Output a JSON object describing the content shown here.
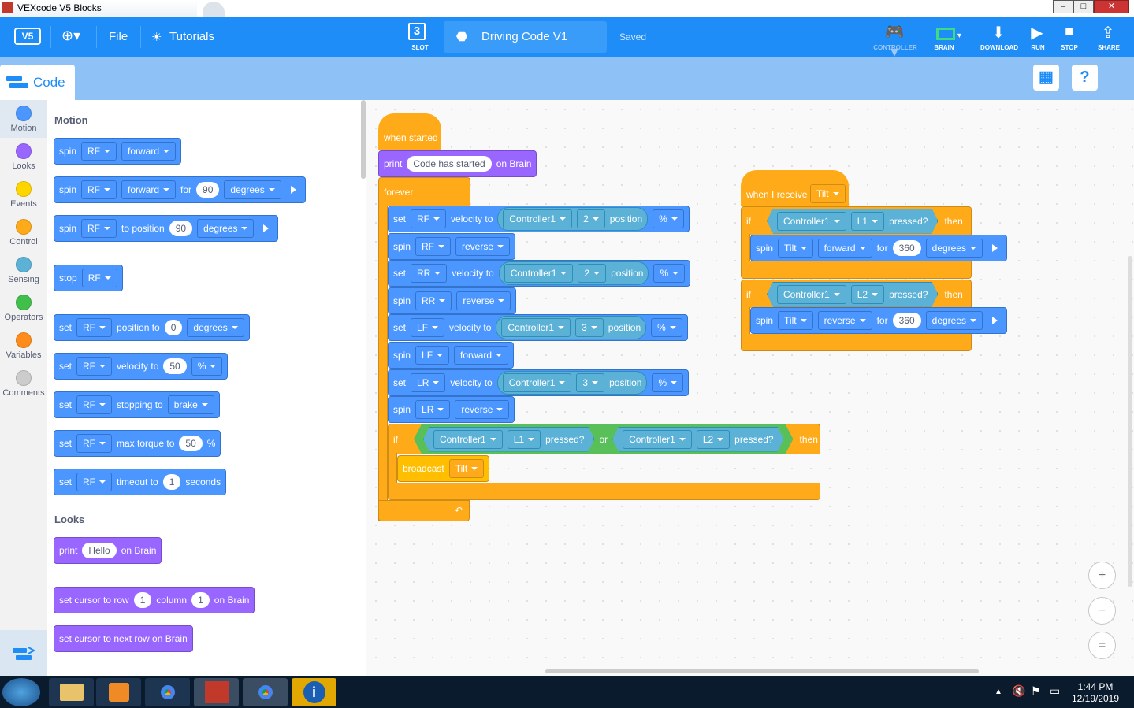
{
  "window": {
    "title": "VEXcode V5 Blocks"
  },
  "header": {
    "file": "File",
    "tutorials": "Tutorials",
    "slot_num": "3",
    "slot": "SLOT",
    "project_name": "Driving Code V1",
    "saved": "Saved",
    "controller": "CONTROLLER",
    "brain": "BRAIN",
    "download": "DOWNLOAD",
    "run": "RUN",
    "stop": "STOP",
    "share": "SHARE"
  },
  "code_tab": "Code",
  "categories": [
    {
      "label": "Motion",
      "color": "#4c97ff"
    },
    {
      "label": "Looks",
      "color": "#9966ff"
    },
    {
      "label": "Events",
      "color": "#ffd500"
    },
    {
      "label": "Control",
      "color": "#ffab19"
    },
    {
      "label": "Sensing",
      "color": "#5cb1d6"
    },
    {
      "label": "Operators",
      "color": "#40bf4a"
    },
    {
      "label": "Variables",
      "color": "#ff8c1a"
    },
    {
      "label": "Comments",
      "color": "#cccccc"
    }
  ],
  "palette": {
    "motion_head": "Motion",
    "looks_head": "Looks",
    "b1": {
      "a": "spin",
      "m": "RF",
      "d": "forward"
    },
    "b2": {
      "a": "spin",
      "m": "RF",
      "d": "forward",
      "for": "for",
      "n": "90",
      "u": "degrees"
    },
    "b3": {
      "a": "spin",
      "m": "RF",
      "to": "to position",
      "n": "90",
      "u": "degrees"
    },
    "b4": {
      "a": "stop",
      "m": "RF"
    },
    "b5": {
      "a": "set",
      "m": "RF",
      "t": "position to",
      "n": "0",
      "u": "degrees"
    },
    "b6": {
      "a": "set",
      "m": "RF",
      "t": "velocity to",
      "n": "50",
      "u": "%"
    },
    "b7": {
      "a": "set",
      "m": "RF",
      "t": "stopping to",
      "u": "brake"
    },
    "b8": {
      "a": "set",
      "m": "RF",
      "t": "max torque to",
      "n": "50",
      "u": "%"
    },
    "b9": {
      "a": "set",
      "m": "RF",
      "t": "timeout to",
      "n": "1",
      "u": "seconds"
    },
    "l1": {
      "a": "print",
      "s": "Hello",
      "e": "on Brain"
    },
    "l2": {
      "a": "set cursor to row",
      "r": "1",
      "c": "column",
      "cn": "1",
      "e": "on Brain"
    },
    "l3": {
      "a": "set cursor to next row on Brain"
    }
  },
  "script1": {
    "hat": "when started",
    "print": "print",
    "print_str": "Code has started",
    "print_end": "on Brain",
    "forever": "forever",
    "rows": [
      {
        "a": "set",
        "m": "RF",
        "t": "velocity to",
        "ctl": "Controller1",
        "axis": "2",
        "pos": "position",
        "u": "%"
      },
      {
        "a": "spin",
        "m": "RF",
        "d": "reverse"
      },
      {
        "a": "set",
        "m": "RR",
        "t": "velocity to",
        "ctl": "Controller1",
        "axis": "2",
        "pos": "position",
        "u": "%"
      },
      {
        "a": "spin",
        "m": "RR",
        "d": "reverse"
      },
      {
        "a": "set",
        "m": "LF",
        "t": "velocity to",
        "ctl": "Controller1",
        "axis": "3",
        "pos": "position",
        "u": "%"
      },
      {
        "a": "spin",
        "m": "LF",
        "d": "forward"
      },
      {
        "a": "set",
        "m": "LR",
        "t": "velocity to",
        "ctl": "Controller1",
        "axis": "3",
        "pos": "position",
        "u": "%"
      },
      {
        "a": "spin",
        "m": "LR",
        "d": "reverse"
      }
    ],
    "if": "if",
    "c1": "Controller1",
    "b1": "L1",
    "p1": "pressed?",
    "or": "or",
    "c2": "Controller1",
    "b2": "L2",
    "p2": "pressed?",
    "then": "then",
    "broadcast": "broadcast",
    "msg": "Tilt"
  },
  "script2": {
    "hat": "when I receive",
    "msg": "Tilt",
    "if1": "if",
    "c1": "Controller1",
    "b1": "L1",
    "p1": "pressed?",
    "then1": "then",
    "spin1": {
      "a": "spin",
      "m": "Tilt",
      "d": "forward",
      "for": "for",
      "n": "360",
      "u": "degrees"
    },
    "if2": "if",
    "c2": "Controller1",
    "b2": "L2",
    "p2": "pressed?",
    "then2": "then",
    "spin2": {
      "a": "spin",
      "m": "Tilt",
      "d": "reverse",
      "for": "for",
      "n": "360",
      "u": "degrees"
    }
  },
  "zoom": {
    "in": "+",
    "out": "−",
    "reset": "="
  },
  "clock": {
    "time": "1:44 PM",
    "date": "12/19/2019"
  }
}
